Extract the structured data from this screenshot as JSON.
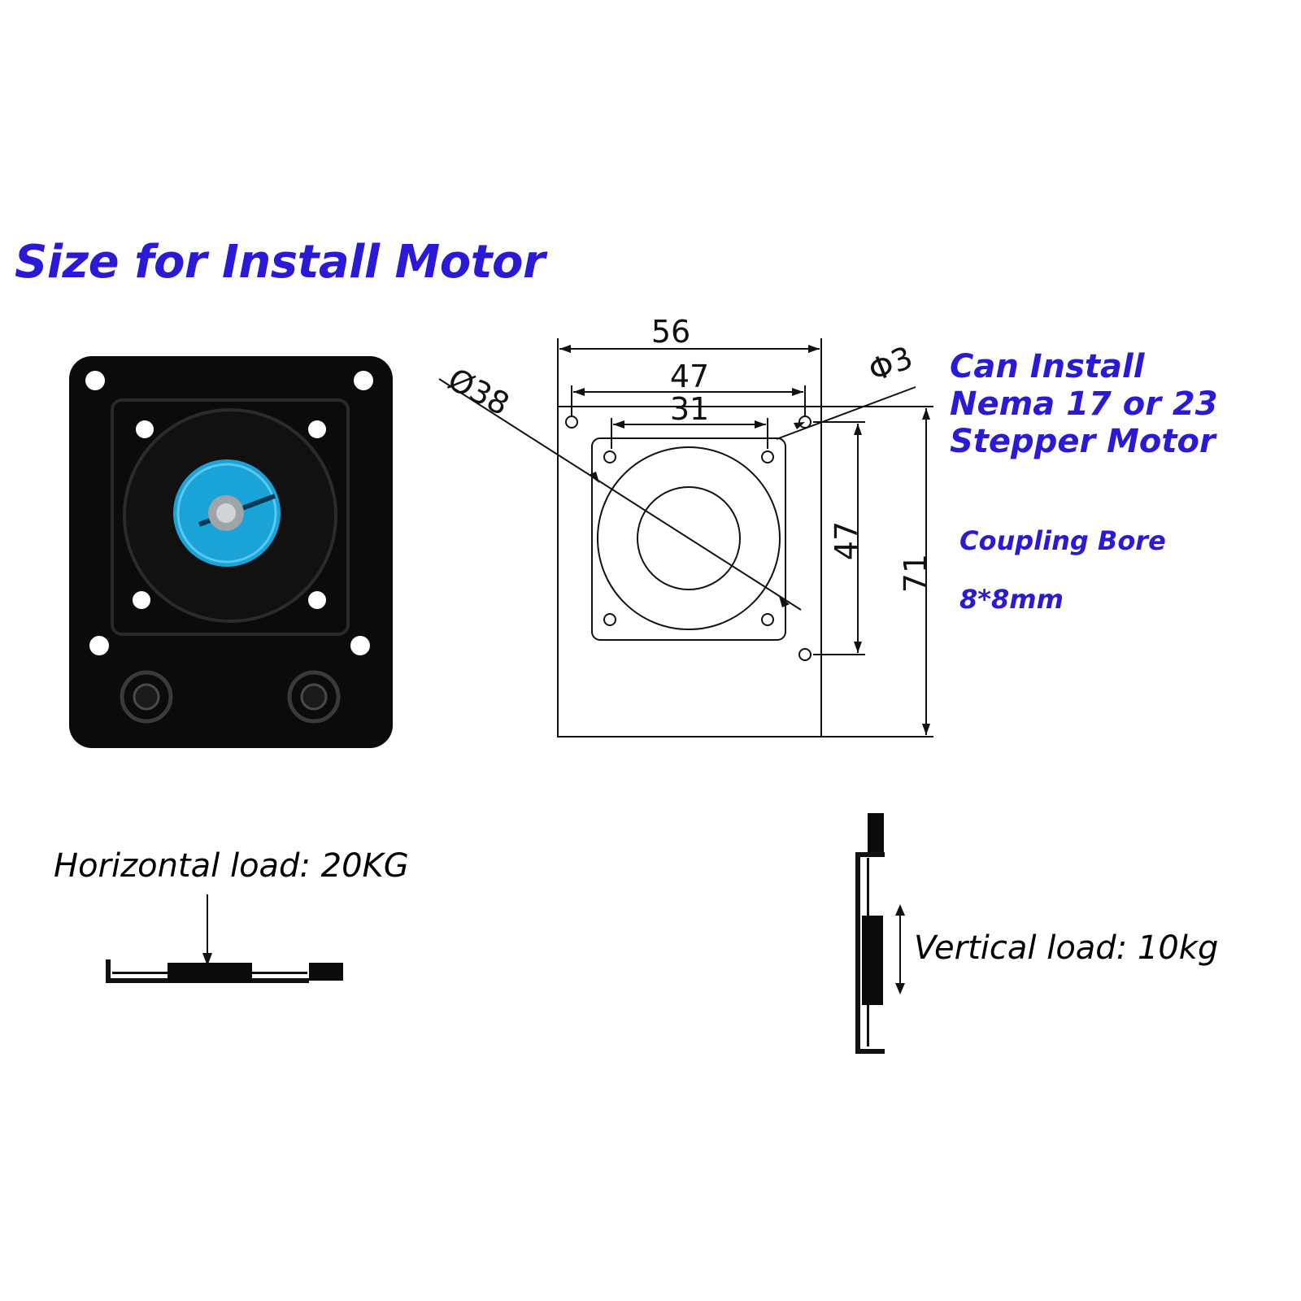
{
  "title": "Size for Install Motor",
  "dimensions": {
    "width_outer": "56",
    "width_holes": "47",
    "width_inner": "31",
    "height_holes": "47",
    "height_outer": "71",
    "diameter_circle": "Ø38",
    "diameter_hole": "Φ3"
  },
  "install_note": {
    "line1": "Can Install",
    "line2": "Nema 17 or 23",
    "line3": "Stepper Motor"
  },
  "coupling": {
    "label": "Coupling Bore",
    "size": "8*8mm"
  },
  "loads": {
    "horizontal": "Horizontal load: 20KG",
    "vertical": "Vertical load: 10kg"
  },
  "colors": {
    "accent_blue": "#2a1ad6",
    "coupling_blue": "#1aa3d6",
    "plate_black": "#0b0b0b"
  }
}
